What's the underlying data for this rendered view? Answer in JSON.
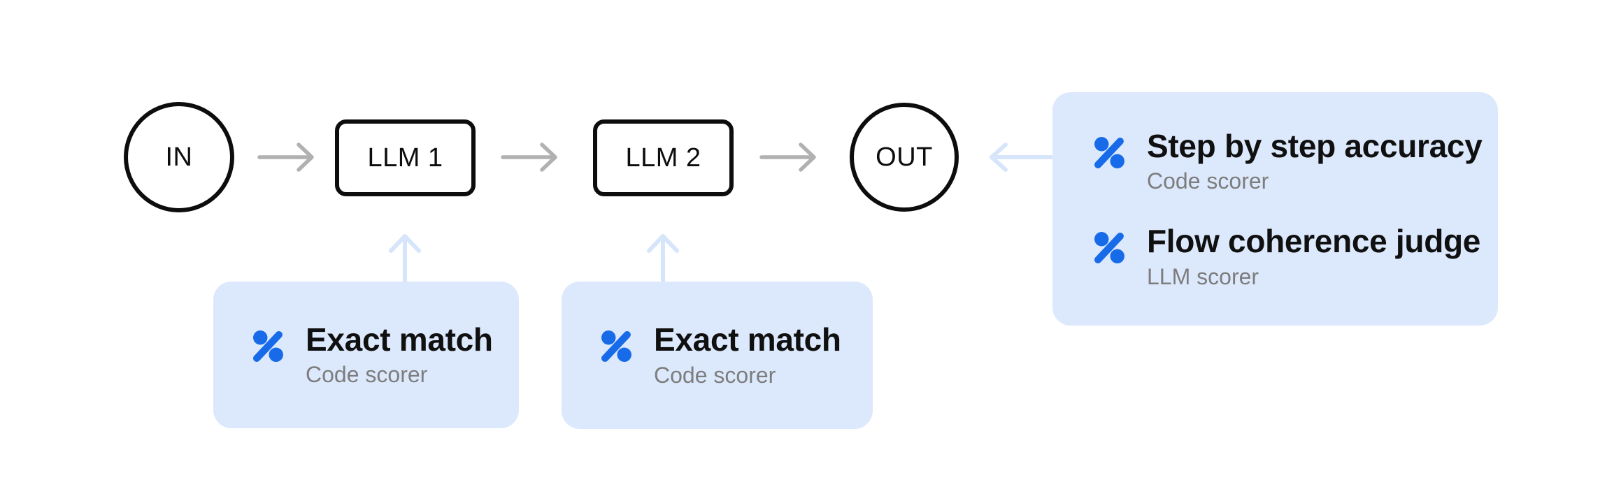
{
  "colors": {
    "background": "#ffffff",
    "node_stroke": "#0d0d0d",
    "node_text": "#0d0d0d",
    "connector_gray": "#b1b1b1",
    "connector_blue": "#d7e5fa",
    "card_background": "#dce9fc",
    "scorer_icon_blue": "#176be9",
    "scorer_name_text": "#101010",
    "scorer_type_text": "#7d7d7d"
  },
  "diagram": {
    "nodes": {
      "in": {
        "label": "IN",
        "shape": "circle"
      },
      "llm1": {
        "label": "LLM 1",
        "shape": "rounded-box"
      },
      "llm2": {
        "label": "LLM 2",
        "shape": "rounded-box"
      },
      "out": {
        "label": "OUT",
        "shape": "circle"
      }
    },
    "connectors": [
      {
        "from": "in",
        "to": "llm1",
        "style": "gray-arrow-right"
      },
      {
        "from": "llm1",
        "to": "llm2",
        "style": "gray-arrow-right"
      },
      {
        "from": "llm2",
        "to": "out",
        "style": "gray-arrow-right"
      },
      {
        "from": "llm1-scorers-card",
        "to": "llm1",
        "style": "blue-arrow-up"
      },
      {
        "from": "llm2-scorers-card",
        "to": "llm2",
        "style": "blue-arrow-up"
      },
      {
        "from": "out-scorers-card",
        "to": "out",
        "style": "blue-arrow-left"
      }
    ],
    "cards": {
      "llm1_scorers": {
        "items": [
          {
            "name": "Exact match",
            "type": "Code scorer",
            "icon": "percent-scorer-icon"
          }
        ]
      },
      "llm2_scorers": {
        "items": [
          {
            "name": "Exact match",
            "type": "Code scorer",
            "icon": "percent-scorer-icon"
          }
        ]
      },
      "out_scorers": {
        "items": [
          {
            "name": "Step by step accuracy",
            "type": "Code scorer",
            "icon": "percent-scorer-icon"
          },
          {
            "name": "Flow coherence judge",
            "type": "LLM scorer",
            "icon": "percent-scorer-icon"
          }
        ]
      }
    }
  }
}
